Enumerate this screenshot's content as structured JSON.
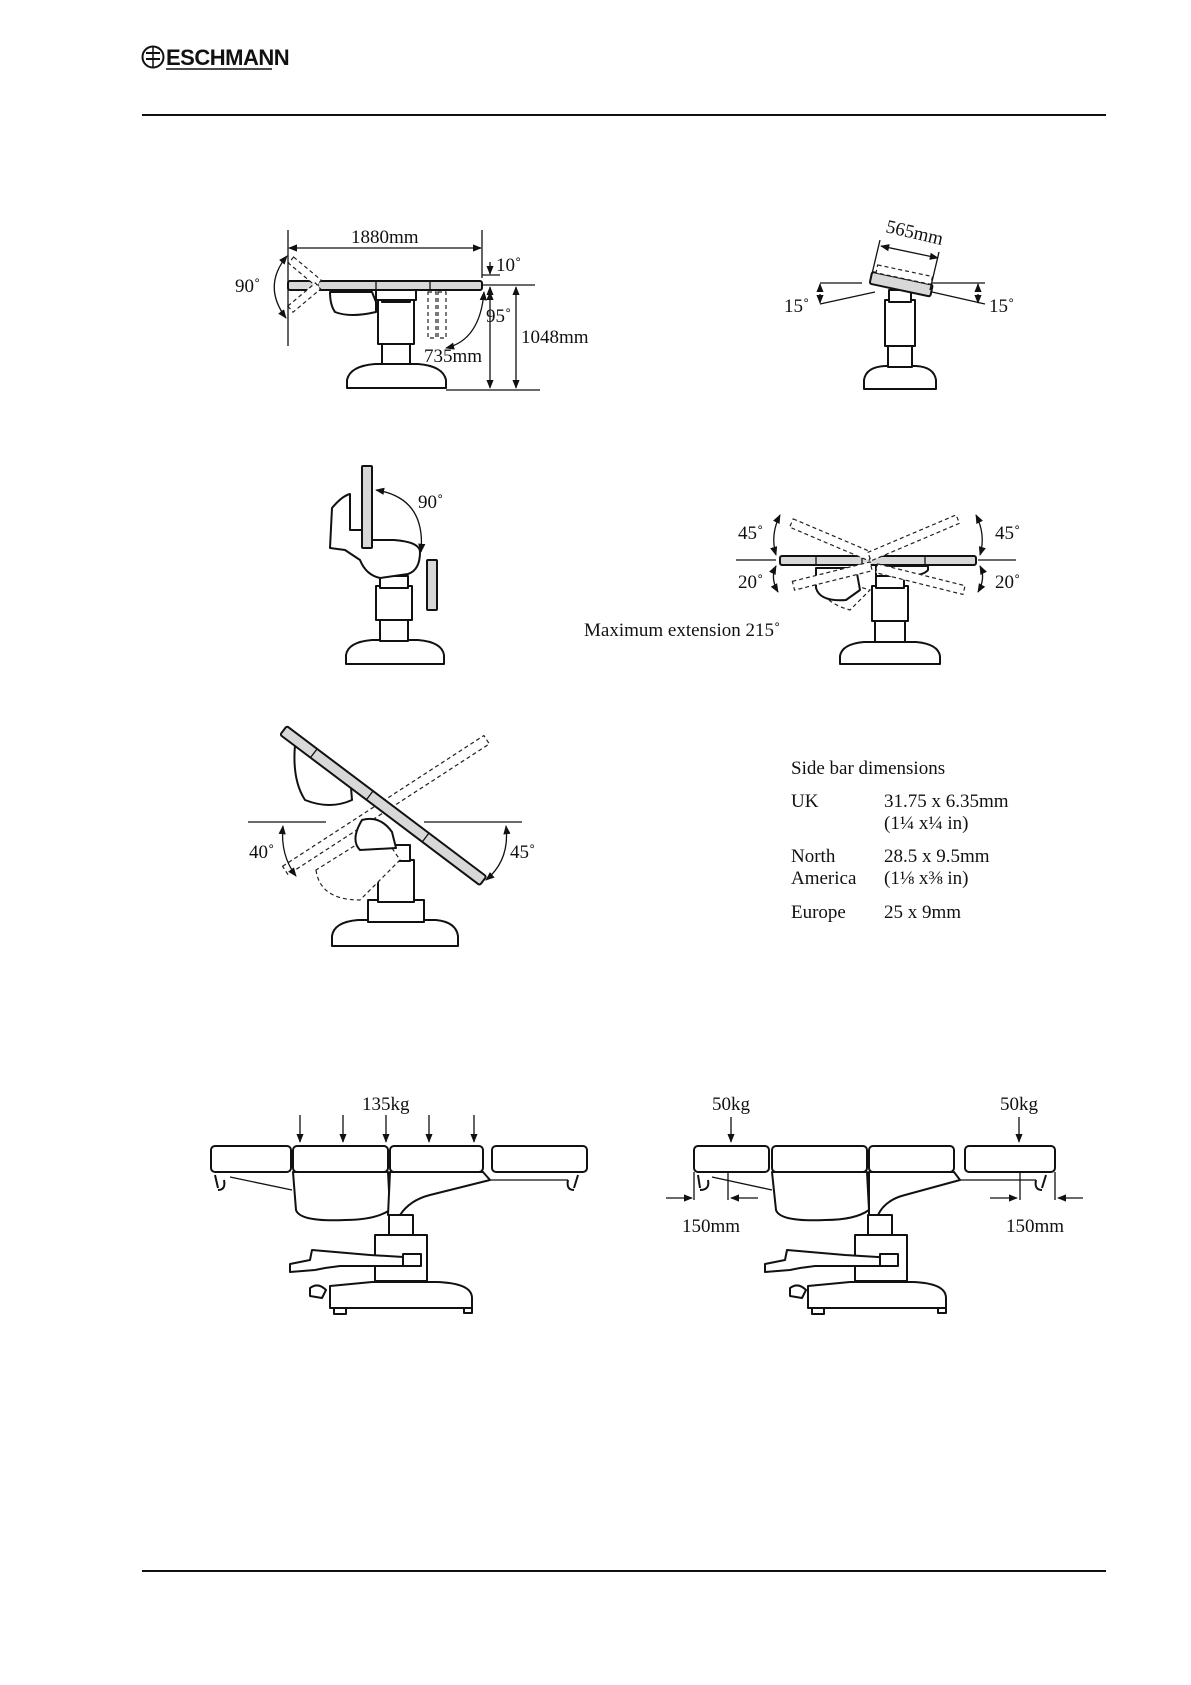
{
  "header": {
    "brand": "ESCHMANN"
  },
  "figures": {
    "top_left": {
      "length": "1880mm",
      "angle_left": "90˚",
      "angle_top": "10˚",
      "angle_95": "95˚",
      "min_height": "735mm",
      "max_height": "1048mm"
    },
    "top_right": {
      "width": "565mm",
      "tilt_left": "15˚",
      "tilt_right": "15˚"
    },
    "mid_left": {
      "angle": "90˚"
    },
    "mid_right": {
      "up_left": "45˚",
      "up_right": "45˚",
      "down_left": "20˚",
      "down_right": "20˚",
      "caption": "Maximum extension 215˚"
    },
    "lower_left": {
      "angle_left": "40˚",
      "angle_right": "45˚"
    },
    "bottom_left": {
      "load": "135kg"
    },
    "bottom_right": {
      "load_left": "50kg",
      "load_right": "50kg",
      "offset_left": "150mm",
      "offset_right": "150mm"
    }
  },
  "side_bar": {
    "title": "Side bar dimensions",
    "rows": [
      {
        "region_1": "UK",
        "region_2": "",
        "size": "31.75 x 6.35mm",
        "imperial": "(1¼ x¼ in)"
      },
      {
        "region_1": "North",
        "region_2": "America",
        "size": "28.5 x 9.5mm",
        "imperial": "(1⅛ x⅜ in)"
      },
      {
        "region_1": "Europe",
        "region_2": "",
        "size": "25 x 9mm",
        "imperial": ""
      }
    ]
  }
}
